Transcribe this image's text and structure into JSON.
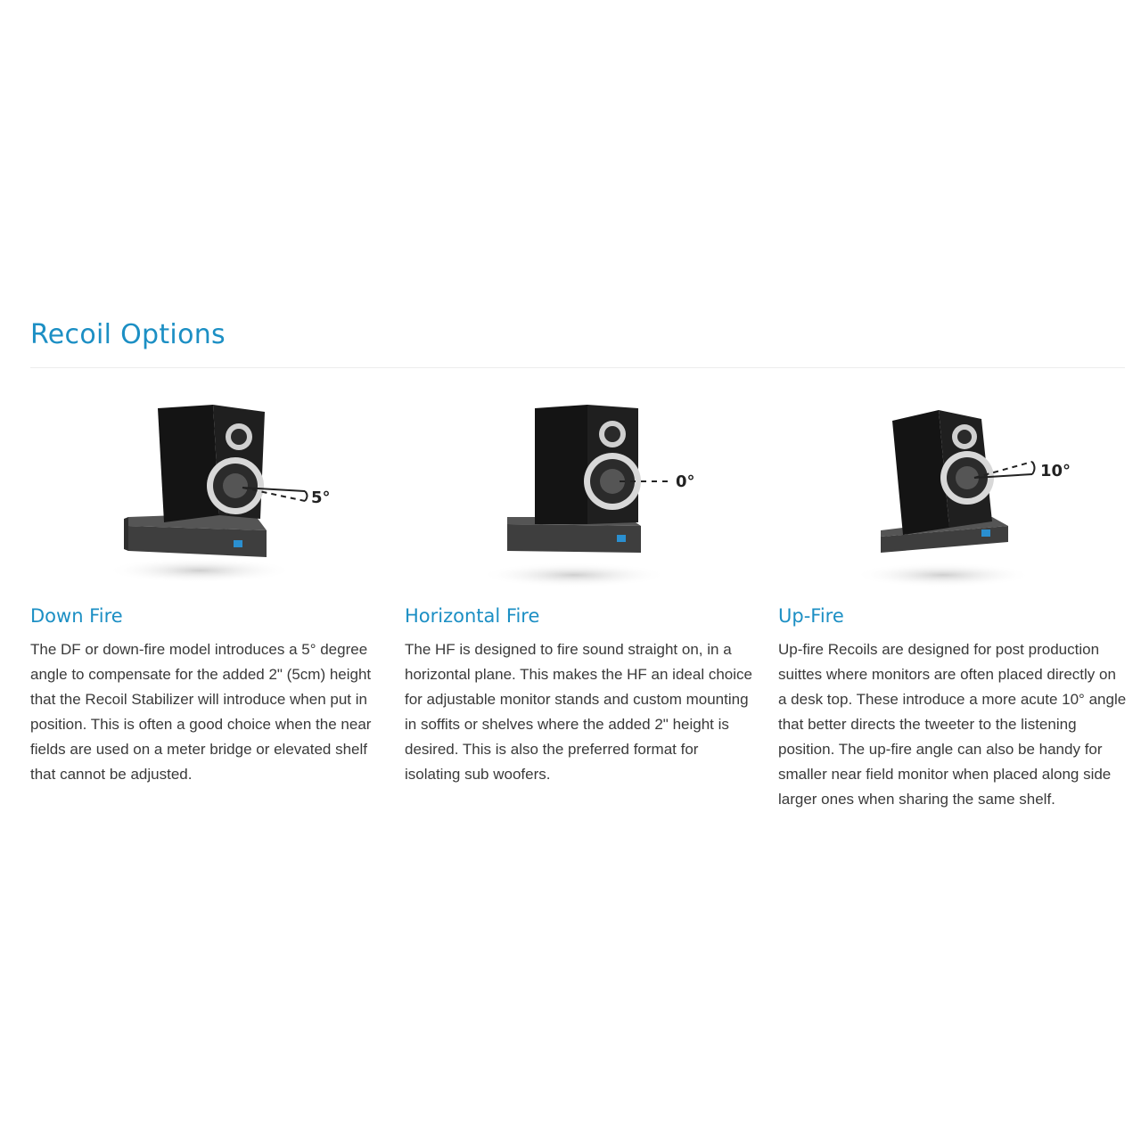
{
  "section": {
    "title": "Recoil Options"
  },
  "colors": {
    "accent": "#1c8fc4",
    "body_text": "#3a3a3a",
    "divider": "#ececec",
    "speaker": "#1d1d1d",
    "pad": "#3e3e3e",
    "logo": "#2a8fd0"
  },
  "options": [
    {
      "title": "Down Fire",
      "angle": "5°",
      "icon": "down-fire-speaker-illustration",
      "text": "The DF or down-fire model introduces a 5° degree angle to compensate for the added 2\" (5cm) height that the Recoil Stabilizer will introduce when put in position. This is often a good choice when the near fields are used on a meter bridge or elevated shelf that cannot be adjusted."
    },
    {
      "title": "Horizontal Fire",
      "angle": "0°",
      "icon": "horizontal-fire-speaker-illustration",
      "text": "The HF is designed to fire sound straight on, in a horizontal plane. This makes the HF an ideal choice for adjustable monitor stands and custom mounting in soffits or shelves where the added 2\" height is desired. This is also the preferred format for isolating sub woofers."
    },
    {
      "title": "Up-Fire",
      "angle": "10°",
      "icon": "up-fire-speaker-illustration",
      "text": "Up-fire Recoils are designed for post production suittes where monitors are often placed directly on a desk top. These introduce a more acute 10° angle that better directs the tweeter to the listening position. The up-fire angle can also be handy for smaller near field monitor when placed along side larger ones when sharing the same shelf."
    }
  ]
}
